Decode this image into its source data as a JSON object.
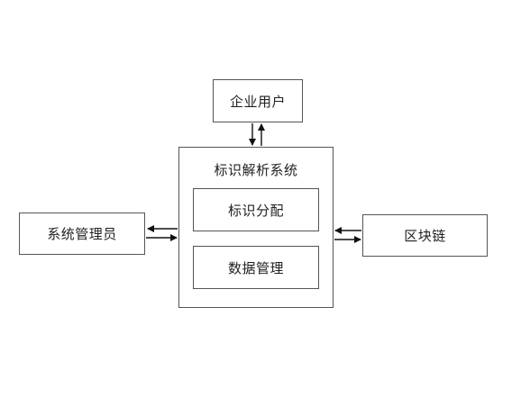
{
  "nodes": {
    "enterprise_user": "企业用户",
    "system_admin": "系统管理员",
    "blockchain": "区块链",
    "resolution_system": "标识解析系统",
    "id_allocation": "标识分配",
    "data_management": "数据管理"
  },
  "edges": [
    {
      "from": "resolution_system",
      "to": "enterprise_user",
      "type": "bidirectional-arrow-pair"
    },
    {
      "from": "resolution_system",
      "to": "system_admin",
      "type": "bidirectional-arrow-pair"
    },
    {
      "from": "resolution_system",
      "to": "blockchain",
      "type": "bidirectional-arrow-pair"
    }
  ],
  "colors": {
    "stroke": "#555555",
    "arrow": "#111111",
    "text": "#222222"
  }
}
